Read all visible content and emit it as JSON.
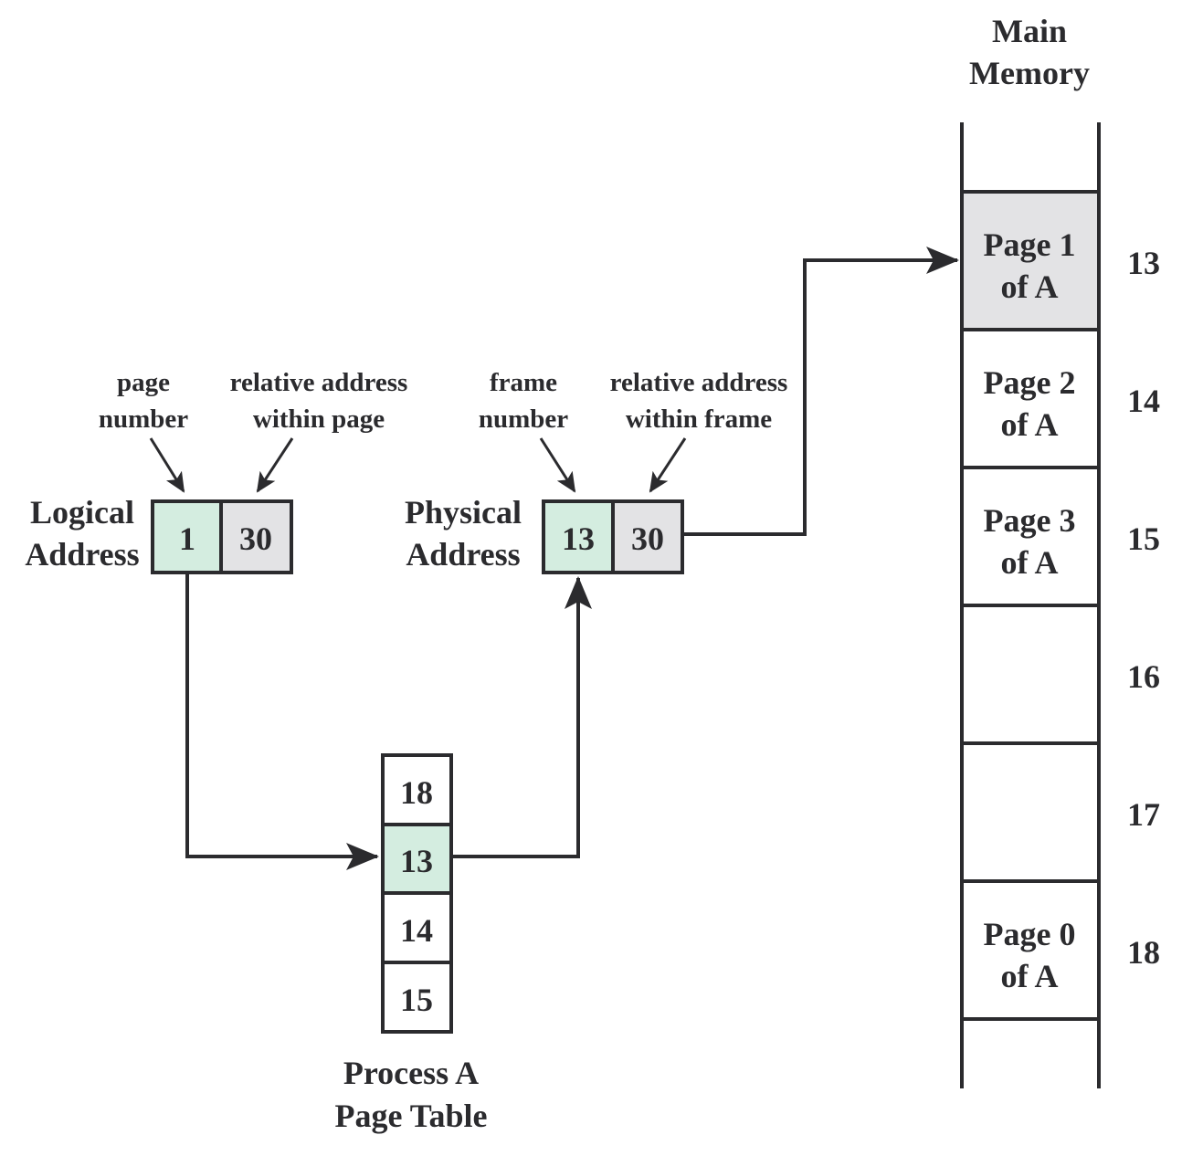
{
  "colors": {
    "ink": "#2b2b2e",
    "highlight_green": "#d4ede0",
    "highlight_gray": "#e3e3e5",
    "background": "#ffffff"
  },
  "logical": {
    "title_line1": "Logical",
    "title_line2": "Address",
    "page_number": "1",
    "offset": "30",
    "note_page_line1": "page",
    "note_page_line2": "number",
    "note_offset_line1": "relative address",
    "note_offset_line2": "within page"
  },
  "physical": {
    "title_line1": "Physical",
    "title_line2": "Address",
    "frame_number": "13",
    "offset": "30",
    "note_frame_line1": "frame",
    "note_frame_line2": "number",
    "note_offset_line1": "relative address",
    "note_offset_line2": "within frame"
  },
  "page_table": {
    "caption_line1": "Process A",
    "caption_line2": "Page Table",
    "entries": [
      "18",
      "13",
      "14",
      "15"
    ],
    "highlighted_index": 1
  },
  "memory": {
    "title_line1": "Main",
    "title_line2": "Memory",
    "frames": [
      {
        "number": "13",
        "line1": "Page 1",
        "line2": "of A",
        "highlight": true
      },
      {
        "number": "14",
        "line1": "Page 2",
        "line2": "of A",
        "highlight": false
      },
      {
        "number": "15",
        "line1": "Page 3",
        "line2": "of A",
        "highlight": false
      },
      {
        "number": "16",
        "line1": "",
        "line2": "",
        "highlight": false
      },
      {
        "number": "17",
        "line1": "",
        "line2": "",
        "highlight": false
      },
      {
        "number": "18",
        "line1": "Page 0",
        "line2": "of A",
        "highlight": false
      }
    ]
  }
}
